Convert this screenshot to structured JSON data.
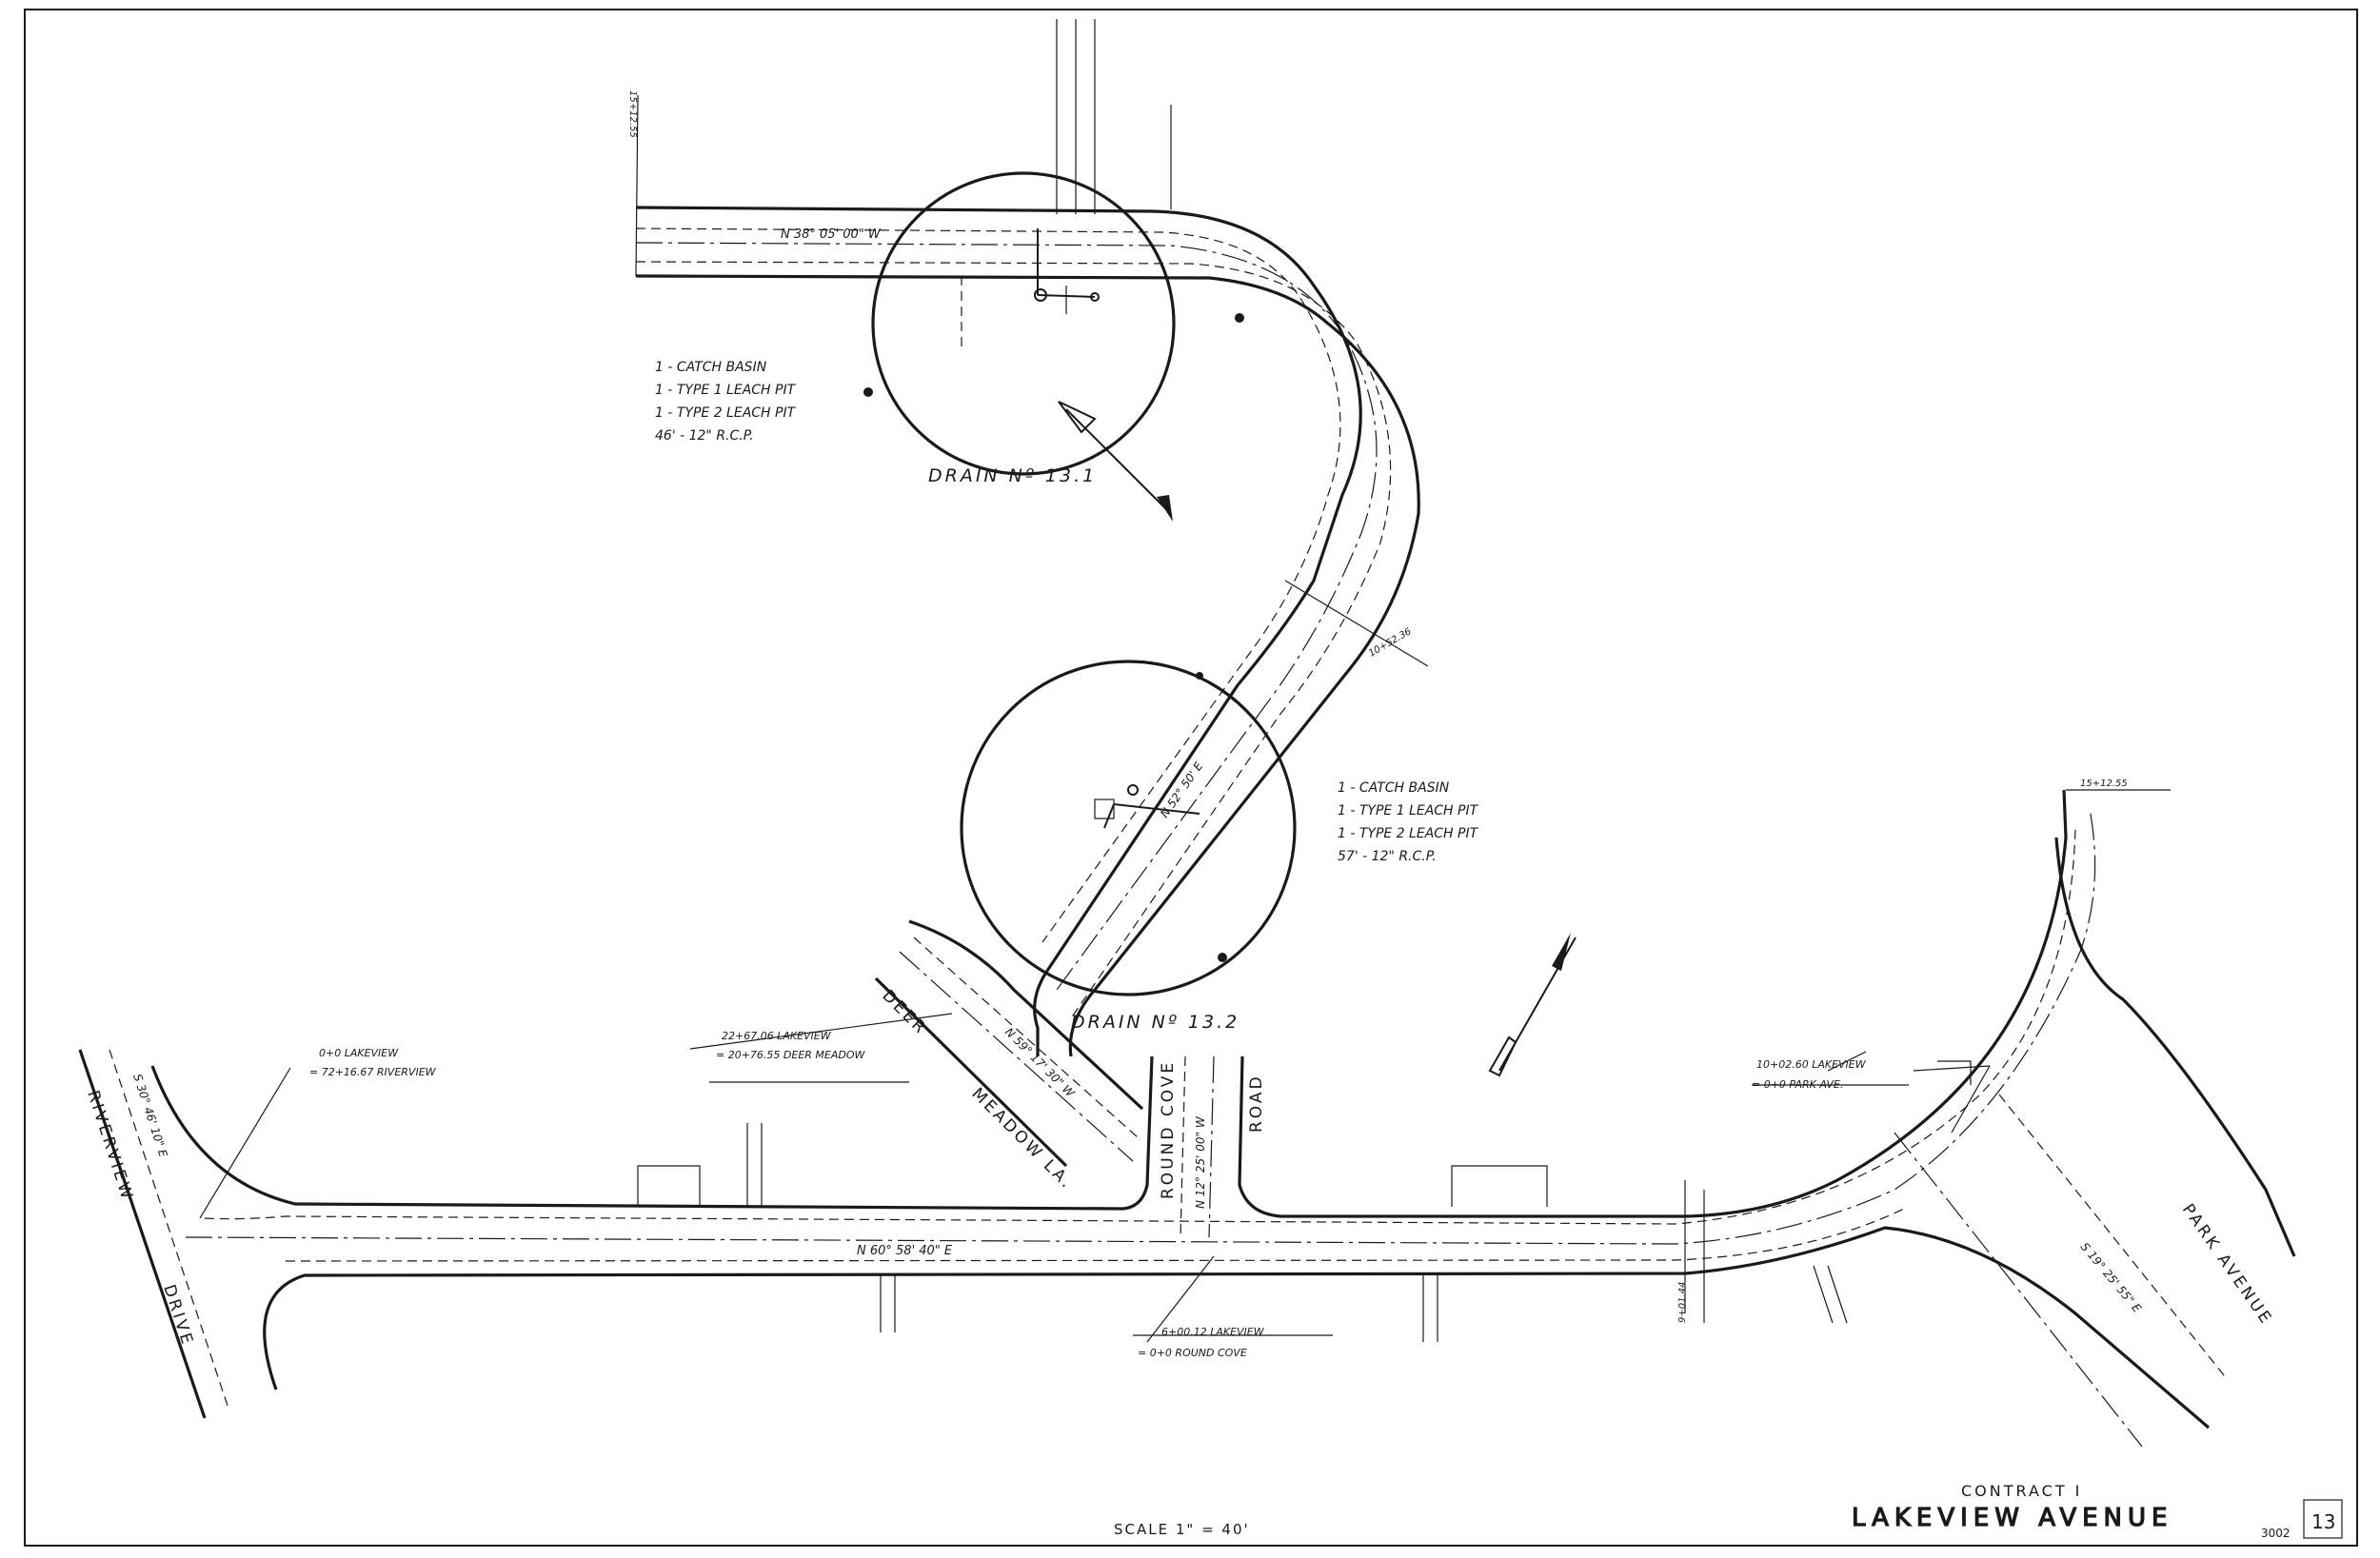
{
  "sheet": {
    "contract": "CONTRACT I",
    "street_title": "LAKEVIEW AVENUE",
    "scale": "SCALE 1\" = 40'",
    "drawing_no": "3002",
    "sheet_no": "13"
  },
  "drains": [
    {
      "label": "DRAIN Nº 13.1",
      "notes": [
        "1 - CATCH BASIN",
        "1 - TYPE 1 LEACH PIT",
        "1 - TYPE 2 LEACH PIT",
        "46' - 12\" R.C.P."
      ]
    },
    {
      "label": "DRAIN Nº 13.2",
      "notes": [
        "1 - CATCH BASIN",
        "1 - TYPE 1 LEACH PIT",
        "1 - TYPE 2 LEACH PIT",
        "57' - 12\" R.C.P."
      ]
    }
  ],
  "streets": {
    "riverview": "RIVERVIEW",
    "drive": "DRIVE",
    "deer": "DEER",
    "meadow_la": "MEADOW LA.",
    "round_cove": "ROUND COVE",
    "road": "ROAD",
    "park_avenue": "PARK AVENUE"
  },
  "bearings": {
    "top": "N 38° 05' 00\" W",
    "main": "N 60° 58' 40\" E",
    "riverview": "S 30° 46' 10\" E",
    "deer_meadow": "N 59° 17' 30\" W",
    "round_cove": "N 12° 25' 00\" W",
    "park": "S 19° 25' 55\" E",
    "diagonal": "N 52° 50' E"
  },
  "stations": {
    "riverview_junction": [
      "0+0 LAKEVIEW",
      "= 72+16.67 RIVERVIEW"
    ],
    "deer_meadow_junction": [
      "22+67.06 LAKEVIEW",
      "= 20+76.55 DEER MEADOW"
    ],
    "round_cove_junction": [
      "6+00.12 LAKEVIEW",
      "= 0+0 ROUND COVE"
    ],
    "park_junction": [
      "10+02.60 LAKEVIEW",
      "= 0+0 PARK AVE."
    ],
    "top_left": "15+12.55",
    "top_right": "15+12.55",
    "curve_mid": "10+52.36",
    "bottom_mid": "9+01.44"
  }
}
